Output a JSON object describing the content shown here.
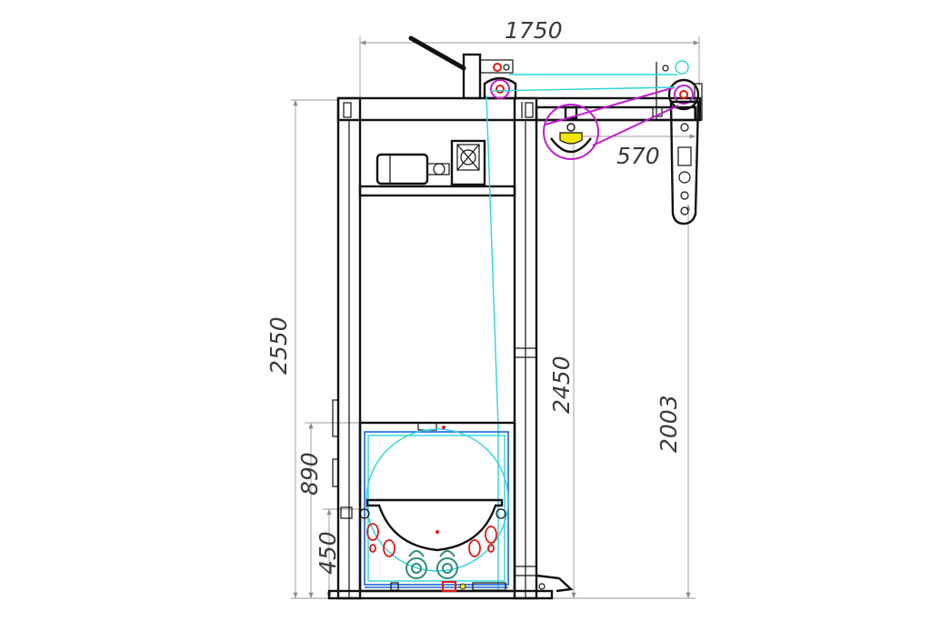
{
  "dimensions": {
    "top_width": "1750",
    "arm_offset": "570",
    "total_height": "2550",
    "frame_height": "2450",
    "arm_height": "2003",
    "lower_height": "890",
    "base_height": "450"
  },
  "colors": {
    "frame": "#111111",
    "dimension_line": "#9a9a9a",
    "dimension_text": "#3a3a3a",
    "cable": "#2fd4d8",
    "inner_box": "#1a66d9",
    "pulley": "#c21bd1",
    "fastener": "#e01818",
    "wheel": "#2e8b7a",
    "highlight": "#f2e600"
  }
}
